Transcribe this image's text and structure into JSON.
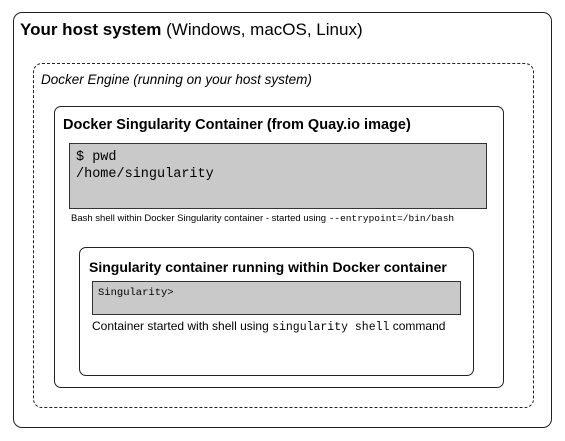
{
  "host": {
    "title_bold": "Your host system",
    "title_rest": " (Windows, macOS, Linux)"
  },
  "engine": {
    "title": "Docker Engine (running on your host system)"
  },
  "docker_container": {
    "title": "Docker Singularity Container (from Quay.io image)",
    "terminal_lines": [
      "$ pwd",
      "/home/singularity"
    ],
    "caption_text": "Bash shell within Docker Singularity container - started using ",
    "caption_code": "--entrypoint=/bin/bash"
  },
  "singularity_container": {
    "title": "Singularity container running within Docker container",
    "prompt": "Singularity>",
    "caption_text_before": "Container started with shell using ",
    "caption_code": "singularity shell",
    "caption_text_after": " command"
  }
}
